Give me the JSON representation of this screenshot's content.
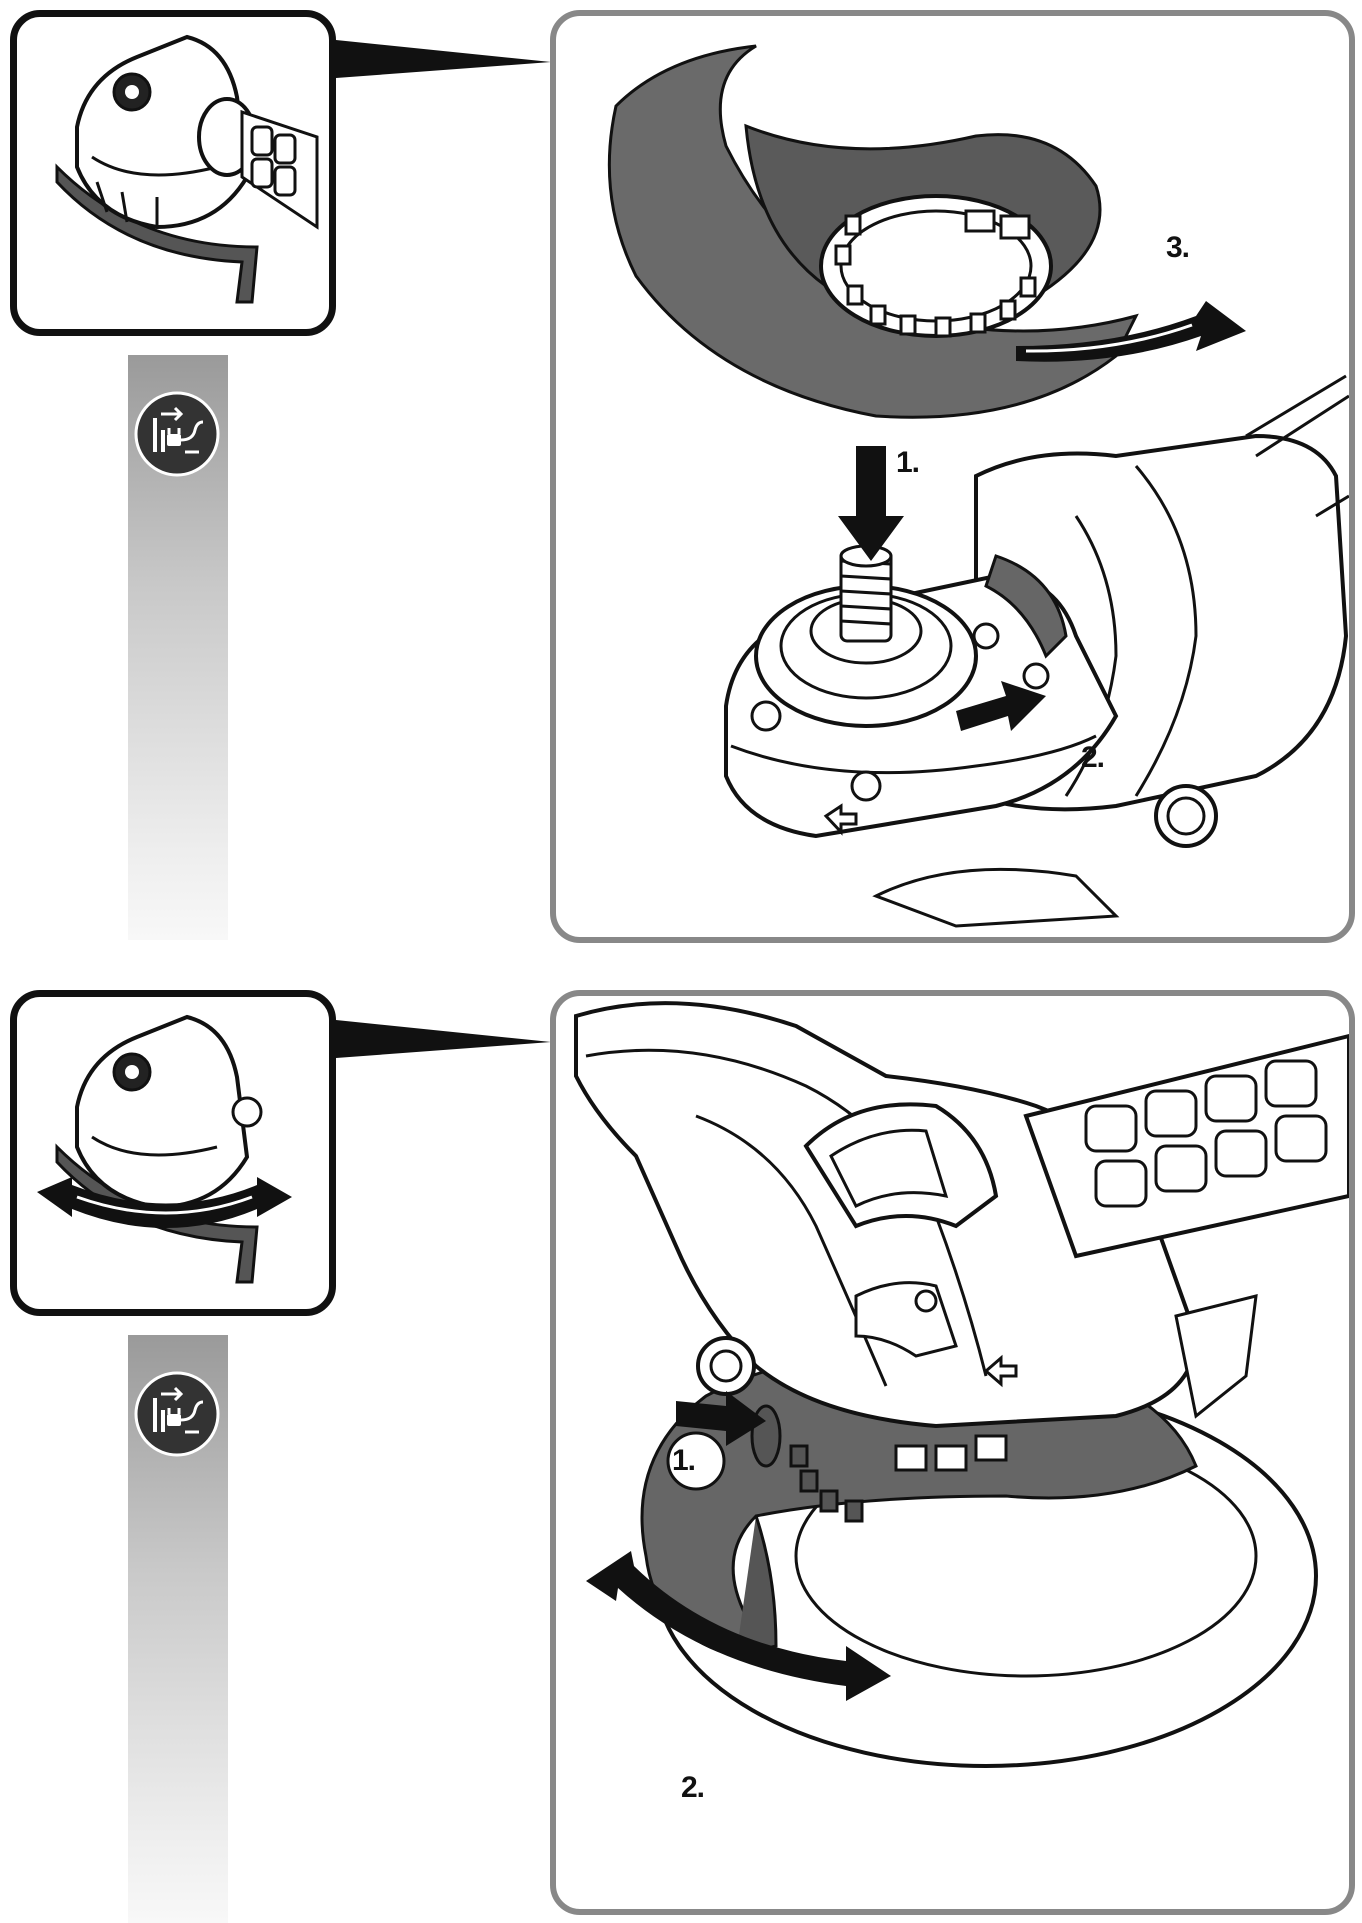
{
  "section_top": {
    "steps": [
      {
        "label": "1."
      },
      {
        "label": "2."
      },
      {
        "label": "3."
      }
    ]
  },
  "section_bottom": {
    "steps": [
      {
        "label": "1."
      },
      {
        "label": "2."
      }
    ]
  },
  "icons": {
    "safety": "unplug-before-work-icon",
    "grinder": "angle-grinder-illustration"
  },
  "colors": {
    "line": "#111111",
    "guard_fill": "#6a6a6a",
    "panel_border": "#888888",
    "bar_top": "#9a9a9a",
    "bar_bottom": "#f8f8f8"
  }
}
